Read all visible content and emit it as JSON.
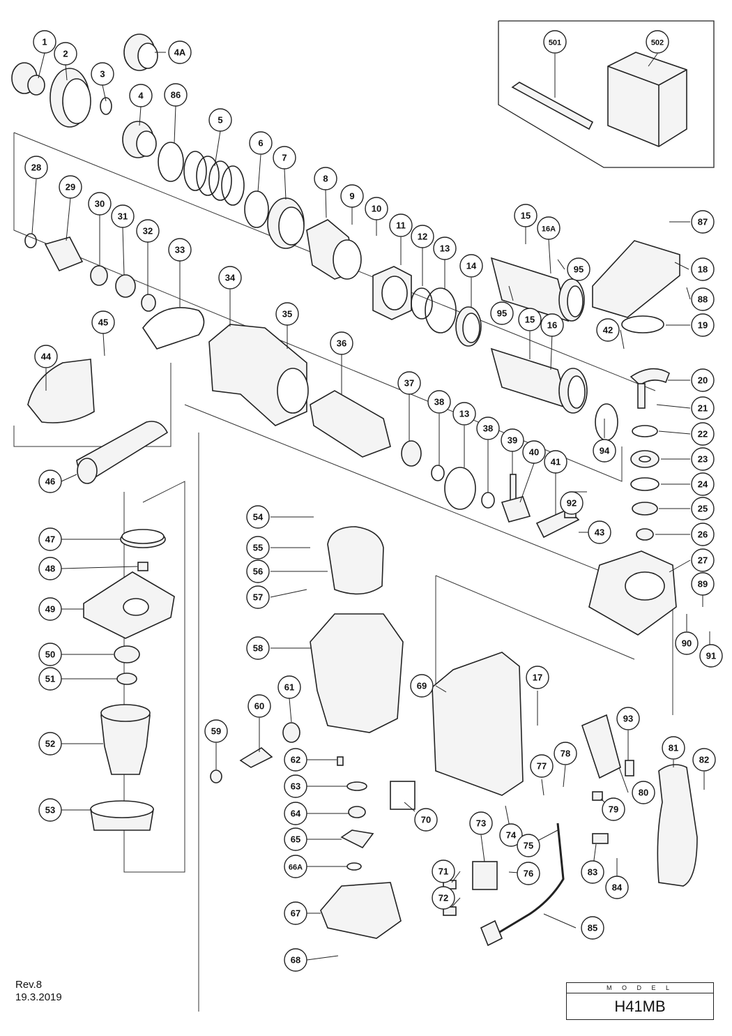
{
  "revision": "Rev.8",
  "date": "19.3.2019",
  "model_label": "M O D E L",
  "model_name": "H41MB",
  "callouts": [
    "1",
    "2",
    "3",
    "4A",
    "4",
    "86",
    "5",
    "6",
    "7",
    "8",
    "9",
    "10",
    "11",
    "12",
    "13",
    "14",
    "15",
    "16A",
    "95",
    "87",
    "18",
    "88",
    "19",
    "42",
    "20",
    "21",
    "22",
    "23",
    "24",
    "25",
    "26",
    "27",
    "89",
    "90",
    "91",
    "28",
    "29",
    "30",
    "31",
    "32",
    "33",
    "34",
    "35",
    "36",
    "37",
    "38",
    "13",
    "38",
    "39",
    "40",
    "41",
    "92",
    "43",
    "94",
    "16",
    "15",
    "95",
    "44",
    "45",
    "46",
    "47",
    "48",
    "49",
    "50",
    "51",
    "52",
    "53",
    "54",
    "55",
    "56",
    "57",
    "58",
    "59",
    "60",
    "61",
    "62",
    "63",
    "64",
    "65",
    "66A",
    "67",
    "68",
    "69",
    "70",
    "17",
    "71",
    "72",
    "73",
    "74",
    "75",
    "76",
    "77",
    "78",
    "79",
    "80",
    "81",
    "82",
    "83",
    "84",
    "85",
    "93",
    "501",
    "502"
  ]
}
